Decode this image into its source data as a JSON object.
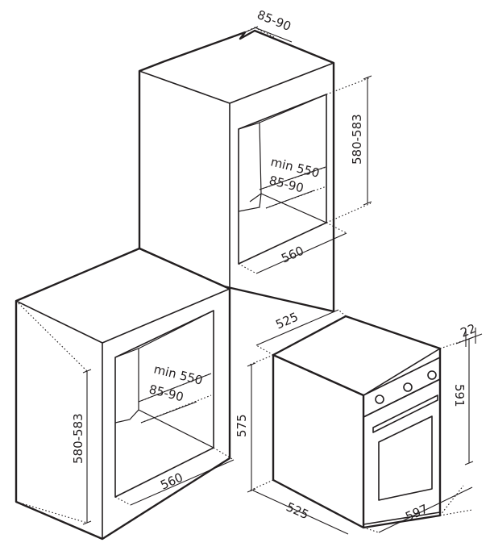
{
  "diagram": {
    "upper_cabinet": {
      "top_depth": "85-90",
      "height": "580-583",
      "min_depth": "min 550",
      "rear_gap": "85-90",
      "width": "560"
    },
    "lower_cabinet": {
      "height": "580-583",
      "min_depth": "min 550",
      "rear_gap": "85-90",
      "width": "560"
    },
    "oven": {
      "top_depth": "525",
      "height": "575",
      "depth": "525",
      "width": "597",
      "front_height": "591",
      "front_thickness": "22"
    }
  }
}
